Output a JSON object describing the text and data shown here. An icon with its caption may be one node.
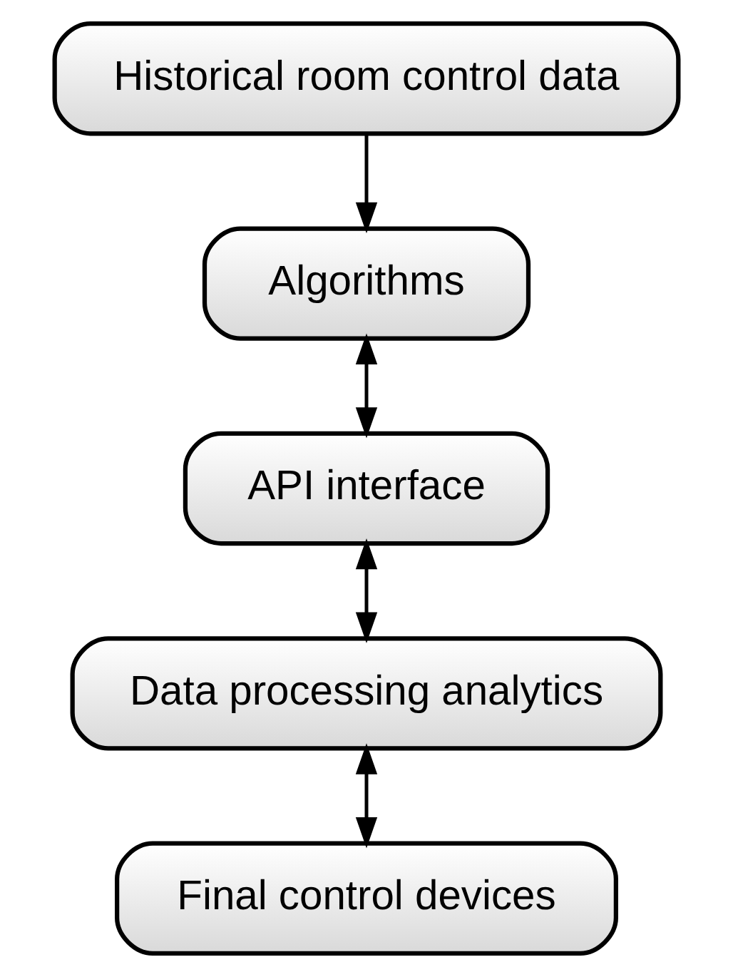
{
  "diagram": {
    "nodes": [
      {
        "text": [
          "Historical room control data"
        ]
      },
      {
        "text": [
          "Algorithms"
        ]
      },
      {
        "text": [
          "API interface"
        ]
      },
      {
        "text": [
          "Data processing analytics"
        ]
      },
      {
        "text": [
          "Final control devices"
        ]
      }
    ],
    "edges": [
      {
        "from": 0,
        "to": 1,
        "arrow": "to"
      },
      {
        "from": 1,
        "to": 2,
        "arrow": "both"
      },
      {
        "from": 2,
        "to": 3,
        "arrow": "both"
      },
      {
        "from": 3,
        "to": 4,
        "arrow": "both"
      }
    ]
  }
}
